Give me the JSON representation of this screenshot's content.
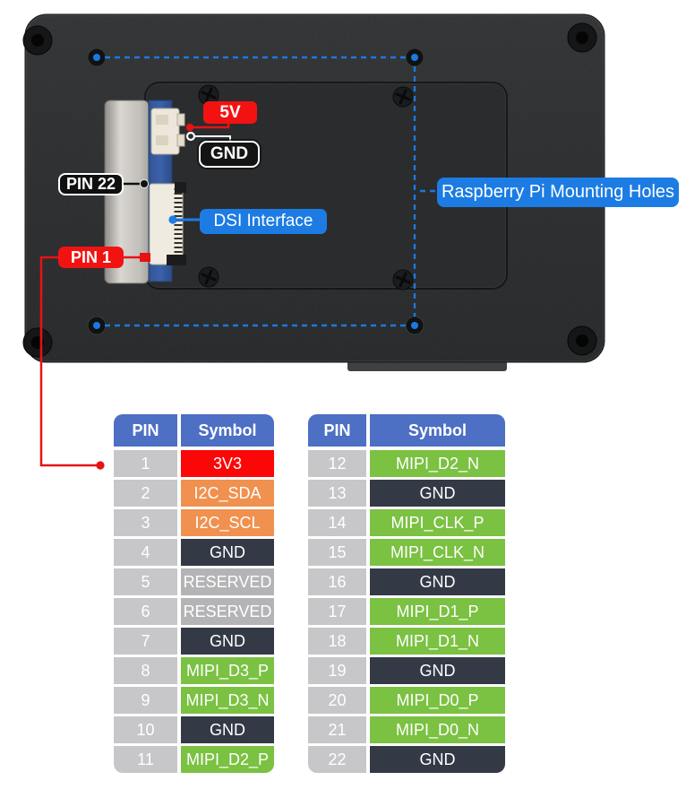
{
  "annotations": {
    "power_5v": "5V",
    "gnd": "GND",
    "pin22": "PIN 22",
    "dsi_interface": "DSI Interface",
    "pin1": "PIN 1",
    "mounting_holes": "Raspberry Pi Mounting Holes"
  },
  "icons": {
    "mounting_hole": "mounting-hole-icon",
    "screw": "screw-icon",
    "dsi_connector": "dsi-connector",
    "power_connector": "power-connector"
  },
  "colors": {
    "label_red": "#f21212",
    "label_blue": "#1c7ce3",
    "dashed_blue": "#1b79e0",
    "header_blue": "#4d6fc4",
    "pin_gray": "#c7c7c9",
    "cell_red": "#fb0707",
    "cell_orange": "#f0914f",
    "cell_dark": "#333a46",
    "cell_green": "#7bc142",
    "cell_gray": "#b4b4b6"
  },
  "pinout": {
    "headers": {
      "pin": "PIN",
      "symbol": "Symbol"
    },
    "left": {
      "rows": [
        {
          "pin": "1",
          "symbol": "3V3",
          "color": "red"
        },
        {
          "pin": "2",
          "symbol": "I2C_SDA",
          "color": "orange"
        },
        {
          "pin": "3",
          "symbol": "I2C_SCL",
          "color": "orange"
        },
        {
          "pin": "4",
          "symbol": "GND",
          "color": "dark"
        },
        {
          "pin": "5",
          "symbol": "RESERVED",
          "color": "gray"
        },
        {
          "pin": "6",
          "symbol": "RESERVED",
          "color": "gray"
        },
        {
          "pin": "7",
          "symbol": "GND",
          "color": "dark"
        },
        {
          "pin": "8",
          "symbol": "MIPI_D3_P",
          "color": "green"
        },
        {
          "pin": "9",
          "symbol": "MIPI_D3_N",
          "color": "green"
        },
        {
          "pin": "10",
          "symbol": "GND",
          "color": "dark"
        },
        {
          "pin": "11",
          "symbol": "MIPI_D2_P",
          "color": "green"
        }
      ]
    },
    "right": {
      "rows": [
        {
          "pin": "12",
          "symbol": "MIPI_D2_N",
          "color": "green"
        },
        {
          "pin": "13",
          "symbol": "GND",
          "color": "dark"
        },
        {
          "pin": "14",
          "symbol": "MIPI_CLK_P",
          "color": "green"
        },
        {
          "pin": "15",
          "symbol": "MIPI_CLK_N",
          "color": "green"
        },
        {
          "pin": "16",
          "symbol": "GND",
          "color": "dark"
        },
        {
          "pin": "17",
          "symbol": "MIPI_D1_P",
          "color": "green"
        },
        {
          "pin": "18",
          "symbol": "MIPI_D1_N",
          "color": "green"
        },
        {
          "pin": "19",
          "symbol": "GND",
          "color": "dark"
        },
        {
          "pin": "20",
          "symbol": "MIPI_D0_P",
          "color": "green"
        },
        {
          "pin": "21",
          "symbol": "MIPI_D0_N",
          "color": "green"
        },
        {
          "pin": "22",
          "symbol": "GND",
          "color": "dark"
        }
      ]
    }
  }
}
